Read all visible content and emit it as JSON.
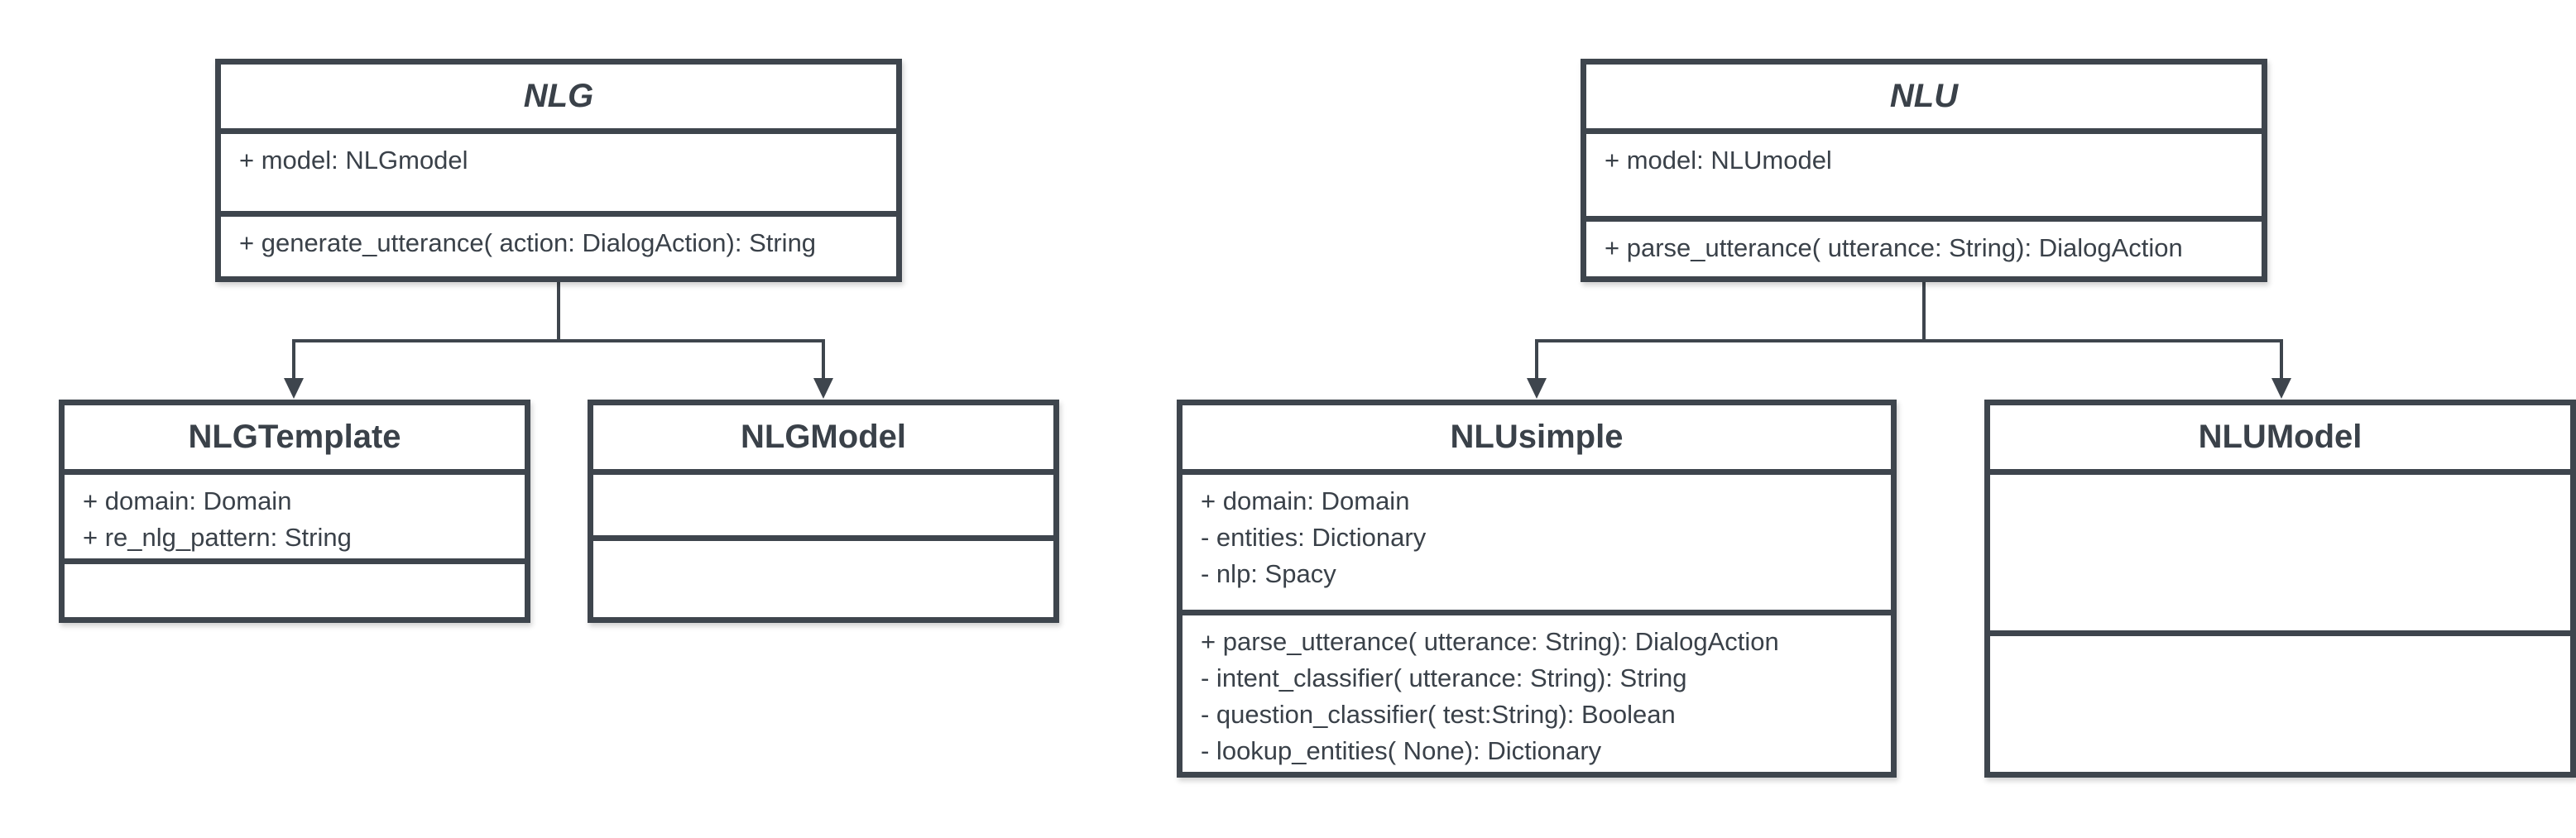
{
  "classes": {
    "nlg": {
      "name": "NLG",
      "attributes": [
        "+ model: NLGmodel"
      ],
      "methods": [
        "+ generate_utterance( action: DialogAction): String"
      ]
    },
    "nlu": {
      "name": "NLU",
      "attributes": [
        "+ model: NLUmodel"
      ],
      "methods": [
        "+ parse_utterance( utterance: String): DialogAction"
      ]
    },
    "nlg_template": {
      "name": "NLGTemplate",
      "attributes": [
        "+ domain: Domain",
        "+ re_nlg_pattern: String"
      ],
      "methods": []
    },
    "nlg_model": {
      "name": "NLGModel",
      "attributes": [],
      "methods": []
    },
    "nlu_simple": {
      "name": "NLUsimple",
      "attributes": [
        "+ domain: Domain",
        "- entities: Dictionary",
        "- nlp: Spacy"
      ],
      "methods": [
        "+ parse_utterance( utterance: String): DialogAction",
        "- intent_classifier( utterance: String): String",
        "- question_classifier( test:String): Boolean",
        "- lookup_entities( None): Dictionary"
      ]
    },
    "nlu_model": {
      "name": "NLUModel",
      "attributes": [],
      "methods": []
    }
  },
  "relations": [
    {
      "type": "inheritance",
      "parent": "NLG",
      "child": "NLGTemplate"
    },
    {
      "type": "inheritance",
      "parent": "NLG",
      "child": "NLGModel"
    },
    {
      "type": "inheritance",
      "parent": "NLU",
      "child": "NLUsimple"
    },
    {
      "type": "inheritance",
      "parent": "NLU",
      "child": "NLUModel"
    }
  ],
  "colors": {
    "border": "#3e454d",
    "text": "#3a4149",
    "background": "#ffffff"
  }
}
